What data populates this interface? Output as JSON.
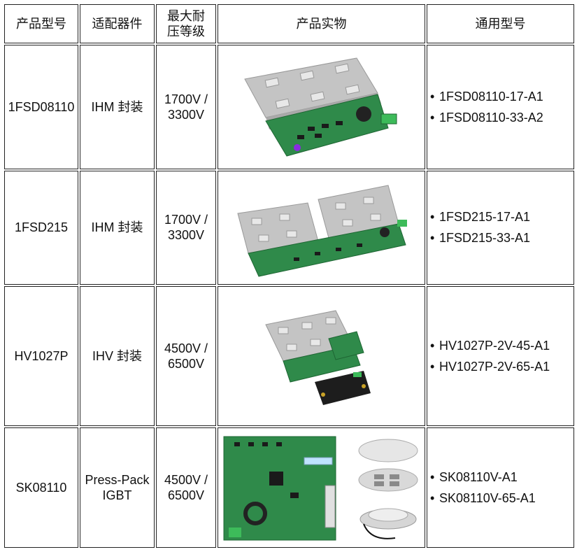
{
  "table": {
    "headers": [
      "产品型号",
      "适配器件",
      "最大耐压等级",
      "产品实物",
      "通用型号"
    ],
    "rows": [
      {
        "model": "1FSD08110",
        "package": "IHM 封装",
        "voltage": "1700V / 3300V",
        "photo": "ihm-driver-board-photo",
        "variants": [
          "1FSD08110-17-A1",
          "1FSD08110-33-A2"
        ]
      },
      {
        "model": "1FSD215",
        "package": "IHM 封装",
        "voltage": "1700V / 3300V",
        "photo": "dual-ihm-driver-board-photo",
        "variants": [
          "1FSD215-17-A1",
          "1FSD215-33-A1"
        ]
      },
      {
        "model": "HV1027P",
        "package": "IHV 封装",
        "voltage": "4500V / 6500V",
        "photo": "ihv-driver-board-photo",
        "variants": [
          "HV1027P-2V-45-A1",
          "HV1027P-2V-65-A1"
        ]
      },
      {
        "model": "SK08110",
        "package": "Press-Pack IGBT",
        "voltage": "4500V / 6500V",
        "photo": "press-pack-driver-board-photo",
        "variants": [
          "SK08110V-A1",
          "SK08110V-65-A1"
        ]
      }
    ]
  },
  "colors": {
    "pcb_green": "#2f8a4a",
    "module_gray": "#b9b9b9",
    "border": "#222222"
  }
}
